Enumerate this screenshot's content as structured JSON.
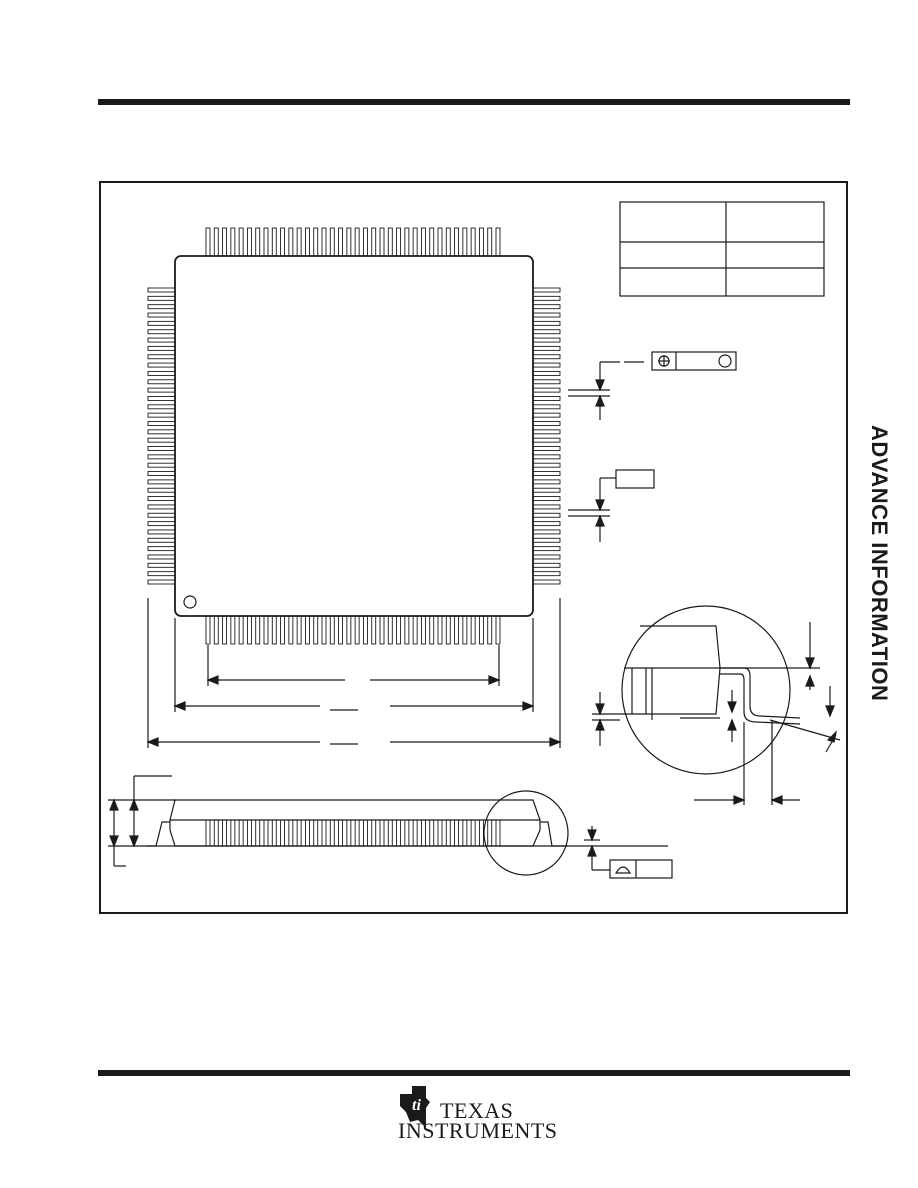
{
  "side_label": "ADVANCE INFORMATION",
  "logo": {
    "name": "TI logo",
    "line1": "TEXAS",
    "line2": "INSTRUMENTS"
  },
  "colors": {
    "ink": "#1a1a1a",
    "paper": "#ffffff"
  },
  "drawing": {
    "title": "quad flat package mechanical outline",
    "pins_per_side": 36
  }
}
